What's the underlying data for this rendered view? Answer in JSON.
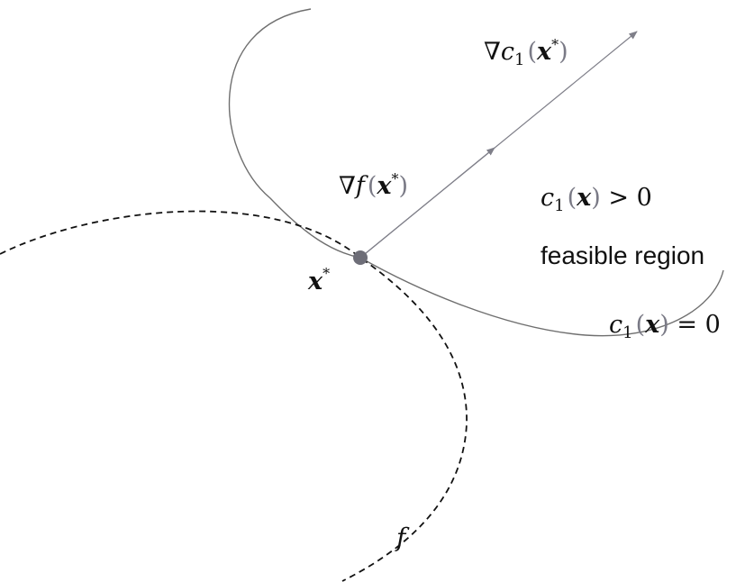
{
  "labels": {
    "grad_c1": {
      "nabla": "∇",
      "c": "c",
      "sub": "1",
      "lp": "(",
      "x": "x",
      "star": "*",
      "rp": ")"
    },
    "grad_f": {
      "nabla": "∇",
      "f": "f",
      "lp": "(",
      "x": "x",
      "star": "*",
      "rp": ")"
    },
    "constraint_positive": {
      "c": "c",
      "sub": "1",
      "lp": "(",
      "x": "x",
      "rp": ")",
      "rel": " > 0"
    },
    "feasible_region": "feasible region",
    "constraint_zero": {
      "c": "c",
      "sub": "1",
      "lp": "(",
      "x": "x",
      "rp": ")",
      "rel": " = 0"
    },
    "optimum": {
      "x": "x",
      "star": "*"
    },
    "objective": "f"
  },
  "colors": {
    "curve": "#6f6f6f",
    "arrow": "#7f7f89",
    "point": "#6e6e78",
    "text": "#111111",
    "paren": "#7a7a86"
  }
}
